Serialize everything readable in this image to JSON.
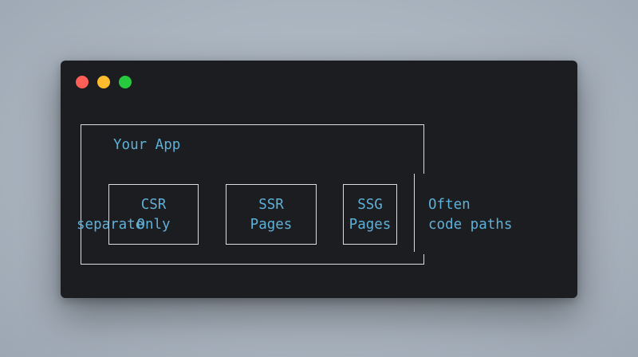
{
  "window": {
    "controls": [
      "close",
      "minimize",
      "maximize"
    ]
  },
  "diagram": {
    "app_label": "Your App",
    "boxes": [
      {
        "line1": "CSR",
        "line2": "Only"
      },
      {
        "line1": "SSR",
        "line2": "Pages"
      },
      {
        "line1": "SSG",
        "line2": "Pages"
      }
    ],
    "note": {
      "line1": "Often",
      "line2": "code paths"
    },
    "overflow_text": "separate"
  }
}
